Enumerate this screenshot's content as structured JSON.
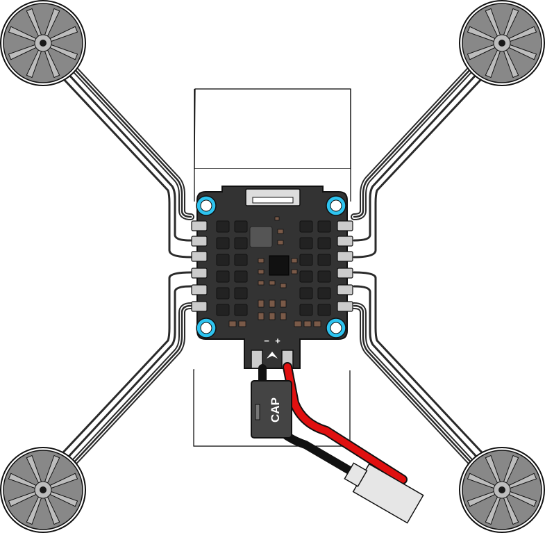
{
  "labels": {
    "capacitor": "CAP",
    "battery_negative": "−",
    "battery_positive": "+"
  },
  "colors": {
    "frame_outline": "#000000",
    "board": "#333333",
    "board_outline": "#111111",
    "mount_hole_ring": "#2ec4f0",
    "motor_bell": "#888888",
    "motor_spokes": "#bdbdbd",
    "motor_hub": "#1a1a1a",
    "motor_wire": "#2a2a2a",
    "wire_positive": "#e01010",
    "wire_negative": "#111111",
    "capacitor_body": "#444444",
    "solder_pad": "#cccccc",
    "battery_connector": "#e6e6e6",
    "component_brown": "#7a5a48"
  },
  "motors": [
    {
      "id": "front-left"
    },
    {
      "id": "front-right"
    },
    {
      "id": "rear-left"
    },
    {
      "id": "rear-right"
    }
  ]
}
